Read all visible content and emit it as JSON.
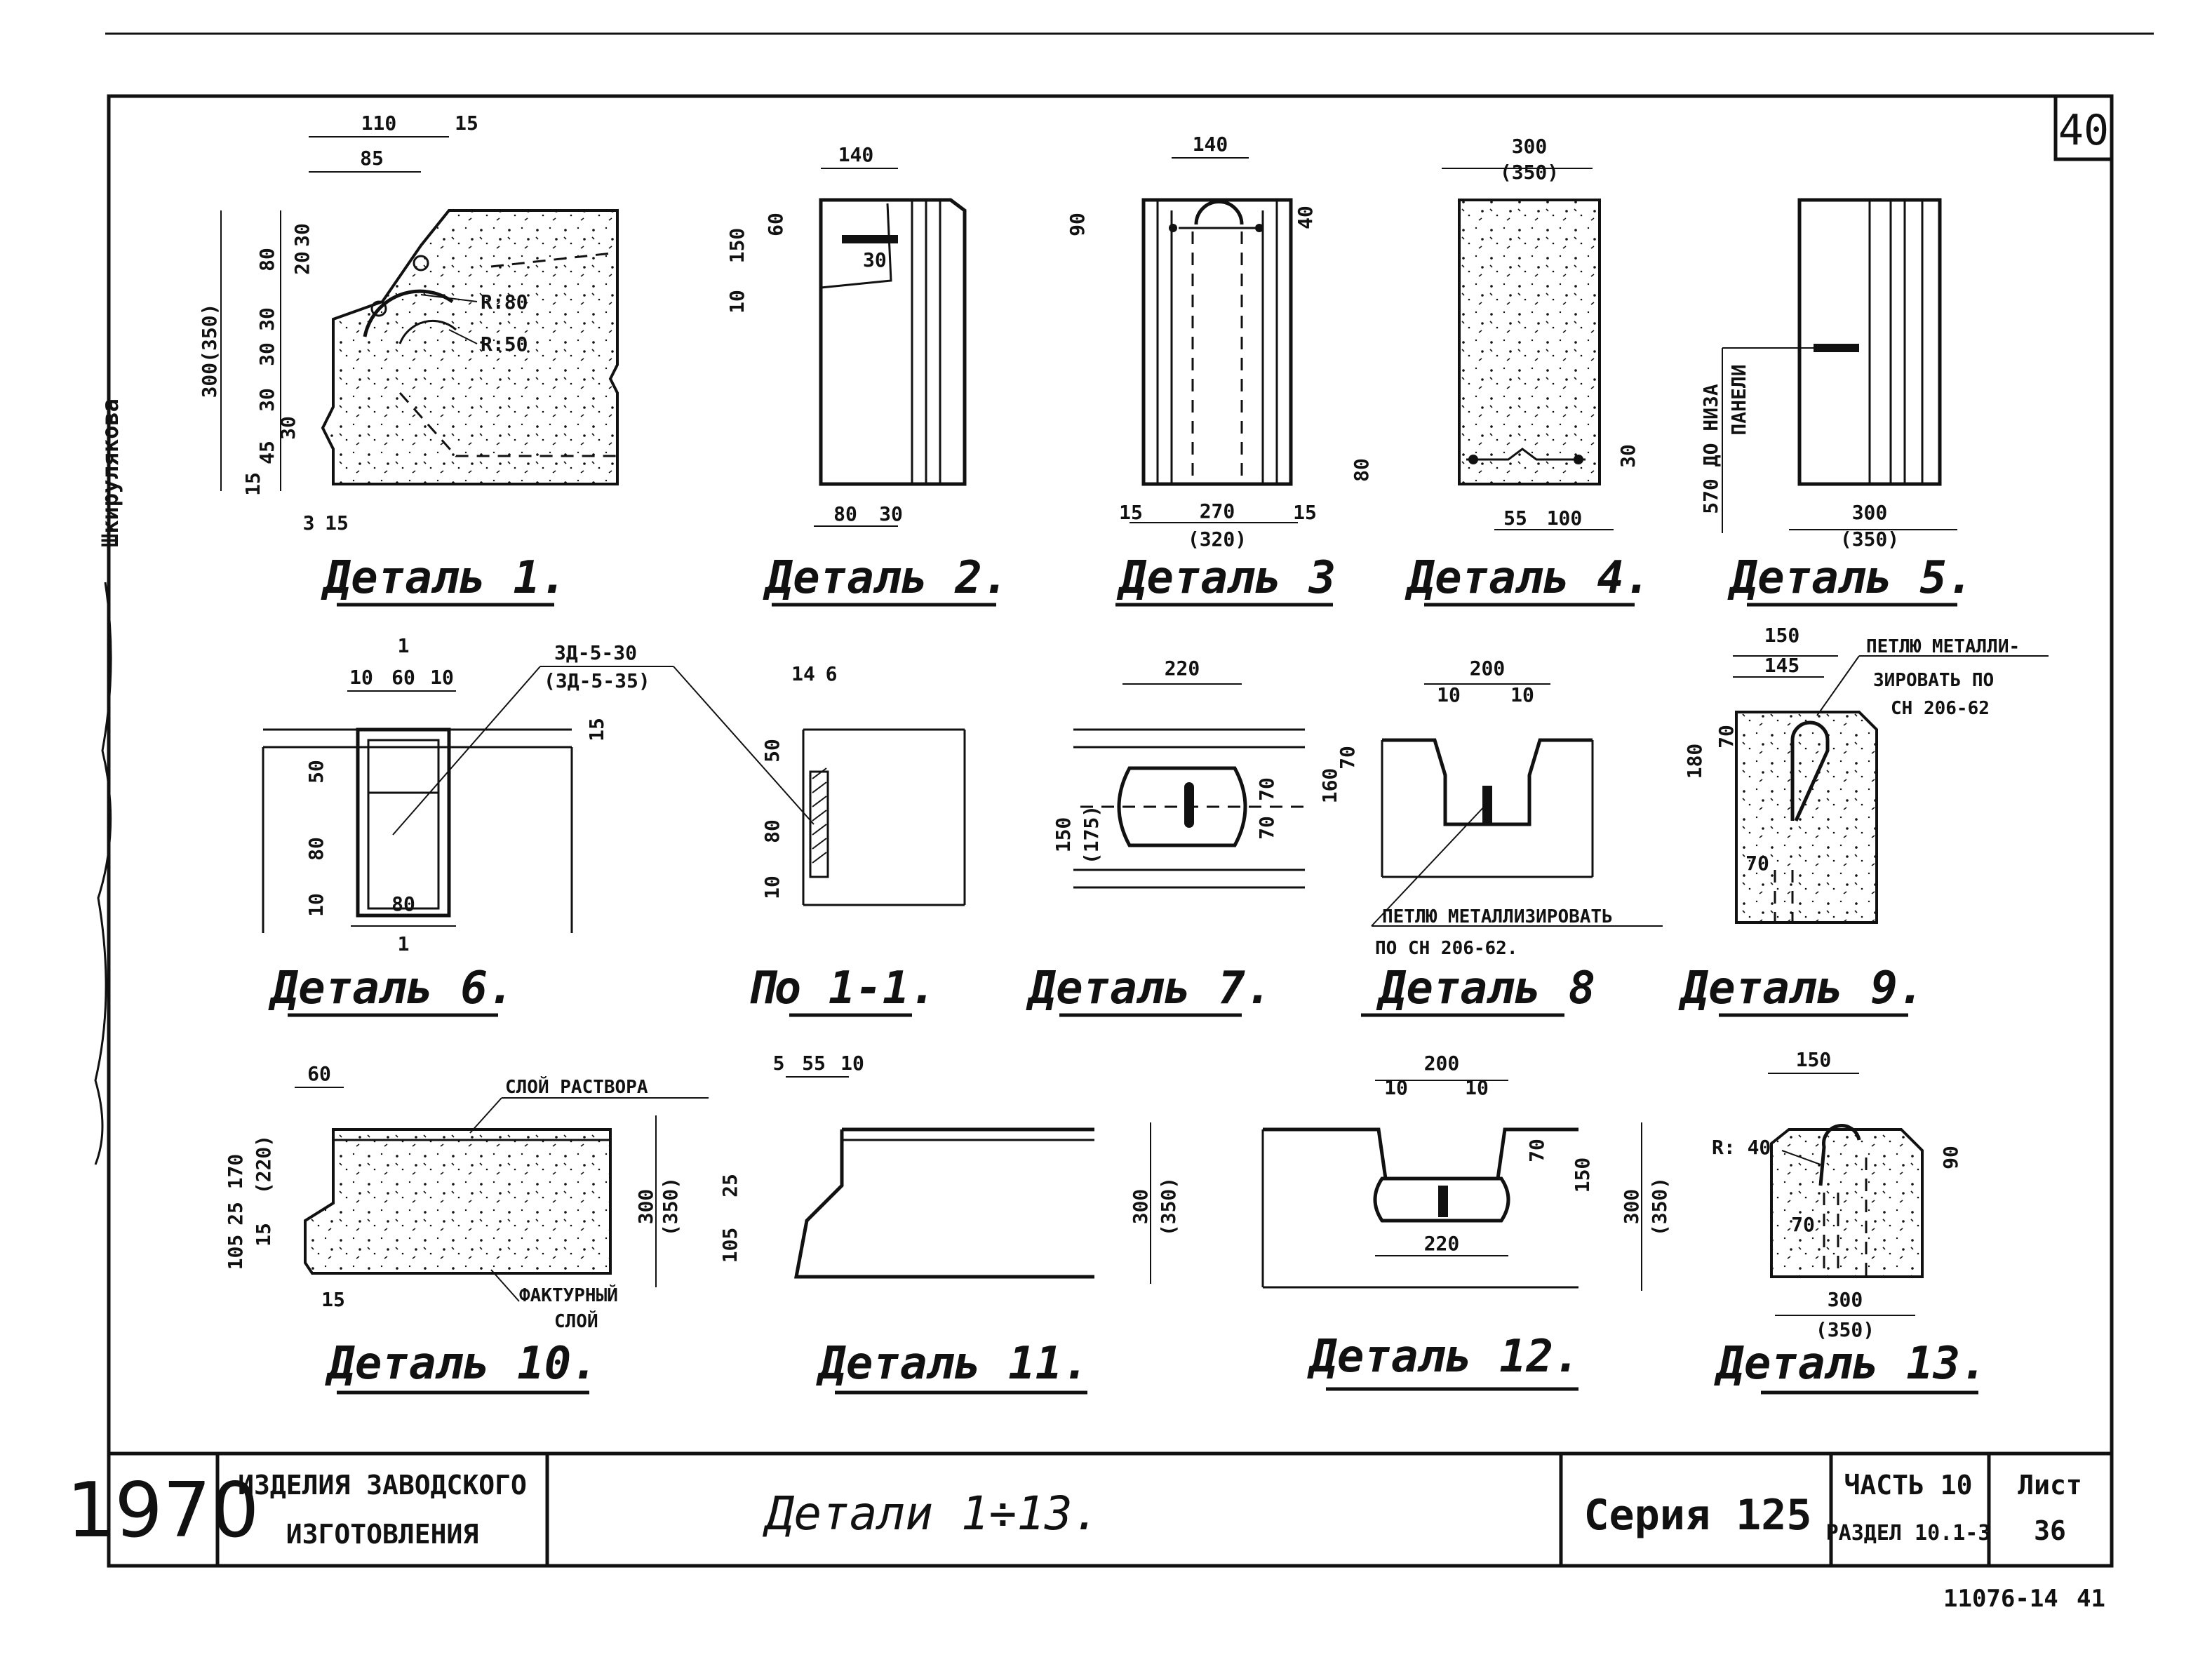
{
  "sheet_number": "40",
  "margin_stamp": "Шкирулякова",
  "details": [
    {
      "id": "d1",
      "label": "Деталь 1.",
      "dims": [
        "110",
        "15",
        "85",
        "80",
        "30",
        "20",
        "30",
        "30",
        "30",
        "30",
        "45",
        "15",
        "3",
        "15",
        "300(350)",
        "R:80",
        "R:50"
      ]
    },
    {
      "id": "d2",
      "label": "Деталь 2.",
      "dims": [
        "140",
        "60",
        "150",
        "30",
        "10",
        "80",
        "30"
      ]
    },
    {
      "id": "d3",
      "label": "Деталь 3",
      "dims": [
        "140",
        "90",
        "40",
        "15",
        "270",
        "(320)",
        "15"
      ]
    },
    {
      "id": "d4",
      "label": "Деталь 4.",
      "dims": [
        "300",
        "(350)",
        "80",
        "30",
        "55",
        "100"
      ]
    },
    {
      "id": "d5",
      "label": "Деталь 5.",
      "dims": [
        "570 ДО НИЗА",
        "ПАНЕЛИ",
        "300",
        "(350)"
      ]
    },
    {
      "id": "d6",
      "label": "Деталь 6.",
      "dims": [
        "1",
        "10",
        "60",
        "10",
        "15",
        "50",
        "80",
        "10",
        "80",
        "1"
      ]
    },
    {
      "id": "s11",
      "label": "По 1-1.",
      "dims": [
        "14",
        "6",
        "50",
        "80",
        "10"
      ]
    },
    {
      "id": "d7",
      "label": "Деталь 7.",
      "dims": [
        "220",
        "70",
        "70",
        "150",
        "(175)",
        "160"
      ]
    },
    {
      "id": "d8",
      "label": "Деталь 8",
      "dims": [
        "200",
        "10",
        "10",
        "70"
      ]
    },
    {
      "id": "d9",
      "label": "Деталь 9.",
      "dims": [
        "150",
        "145",
        "180",
        "70",
        "70"
      ]
    },
    {
      "id": "d10",
      "label": "Деталь 10.",
      "dims": [
        "60",
        "(220)",
        "170",
        "25",
        "15",
        "105",
        "15",
        "300",
        "(350)"
      ]
    },
    {
      "id": "d11",
      "label": "Деталь 11.",
      "dims": [
        "5",
        "55",
        "10",
        "25",
        "105",
        "300",
        "(350)"
      ]
    },
    {
      "id": "d12",
      "label": "Деталь 12.",
      "dims": [
        "200",
        "10",
        "10",
        "70",
        "150",
        "300",
        "(350)",
        "220"
      ]
    },
    {
      "id": "d13",
      "label": "Деталь 13.",
      "dims": [
        "150",
        "R: 40",
        "90",
        "70",
        "300",
        "(350)"
      ]
    }
  ],
  "annotations": {
    "zd": "ЗД-5-30",
    "zd_alt": "(ЗД-5-35)",
    "loop_8_a": "ПЕТЛЮ МЕТАЛЛИЗИРОВАТЬ",
    "loop_8_b": "ПО СН 206-62.",
    "loop_9_a": "ПЕТЛЮ МЕТАЛЛИ-",
    "loop_9_b": "ЗИРОВАТЬ ПО",
    "loop_9_c": "СН 206-62",
    "mortar_layer": "СЛОЙ РАСТВОРА",
    "facing_layer_a": "ФАКТУРНЫЙ",
    "facing_layer_b": "СЛОЙ"
  },
  "title_block": {
    "year": "1970",
    "product_line1": "ИЗДЕЛИЯ ЗАВОДСКОГО",
    "product_line2": "ИЗГОТОВЛЕНИЯ",
    "title": "Детали 1÷13.",
    "series": "Серия 125",
    "part": "ЧАСТЬ 10",
    "section": "РАЗДЕЛ 10.1-3",
    "sheet_label": "Лист",
    "sheet_value": "36"
  },
  "footer": {
    "code": "11076-14",
    "page": "41"
  }
}
